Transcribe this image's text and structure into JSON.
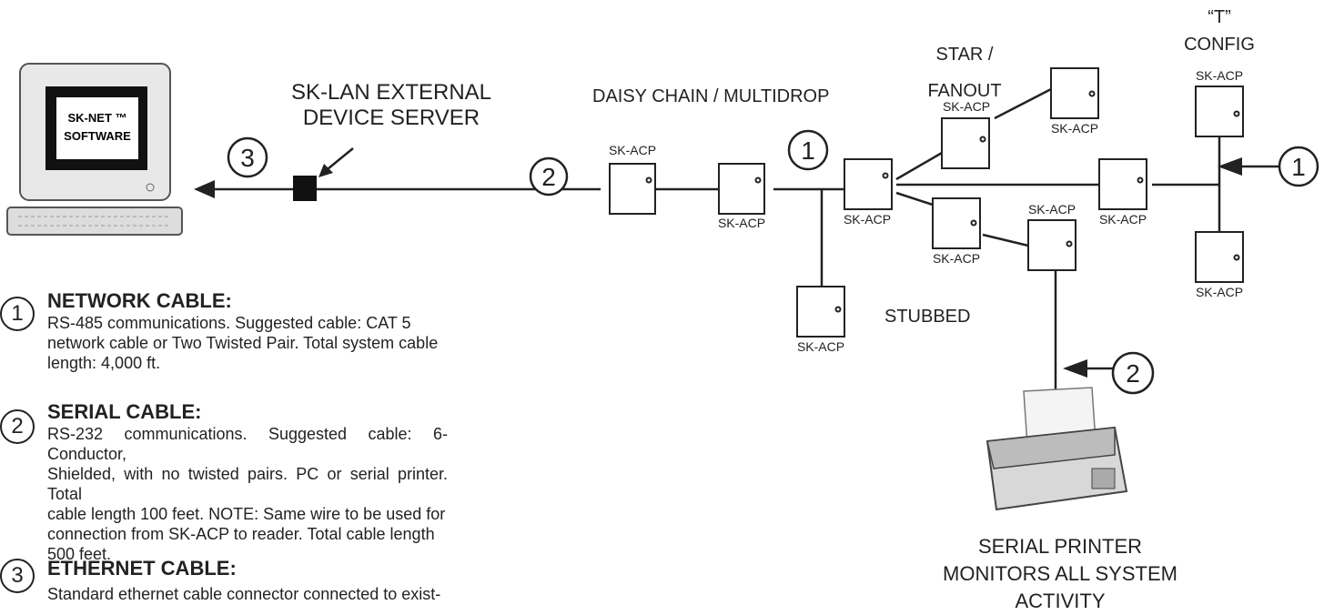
{
  "computer": {
    "screen_text_line1": "SK-NET ™",
    "screen_text_line2": "SOFTWARE"
  },
  "labels": {
    "device_server_line1": "SK-LAN EXTERNAL",
    "device_server_line2": "DEVICE SERVER",
    "daisy_chain": "DAISY CHAIN / MULTIDROP",
    "star_line1": "STAR /",
    "star_line2": "FANOUT",
    "t_config_line1": "“T”",
    "t_config_line2": "CONFIG",
    "stubbed": "STUBBED",
    "printer_line1": "SERIAL PRINTER",
    "printer_line2": "MONITORS ALL SYSTEM",
    "printer_line3": "ACTIVITY"
  },
  "panel_label": "SK-ACP",
  "markers": {
    "one": "1",
    "two": "2",
    "three": "3"
  },
  "legend": [
    {
      "num": "1",
      "title": "NETWORK CABLE:",
      "lines": [
        "RS-485 communications.  Suggested cable: CAT 5",
        "network cable or Two Twisted Pair. Total system cable",
        "length: 4,000 ft."
      ]
    },
    {
      "num": "2",
      "title": "SERIAL CABLE:",
      "lines": [
        "RS-232 communications. Suggested cable: 6-Conductor,",
        "Shielded, with no twisted pairs.  PC or serial printer. Total",
        "cable length 100 feet.  NOTE:  Same wire to be used for",
        "connection from SK-ACP to reader.  Total cable length",
        "500 feet."
      ]
    },
    {
      "num": "3",
      "title": "ETHERNET CABLE:",
      "lines": [
        "Standard ethernet cable connector connected to exist-"
      ]
    }
  ]
}
